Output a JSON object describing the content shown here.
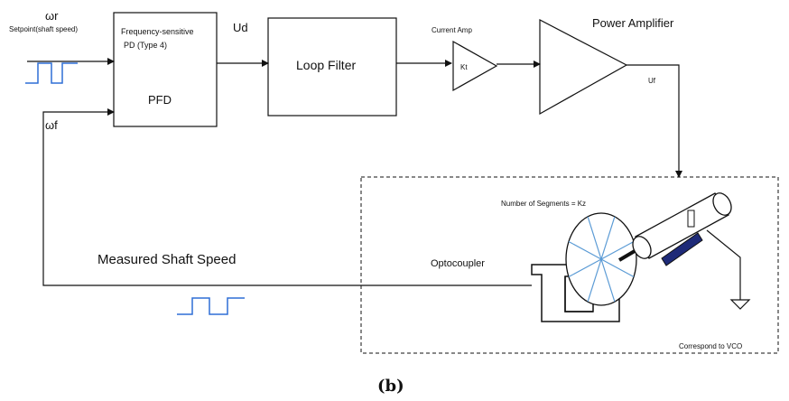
{
  "labels": {
    "wr": "ωr",
    "setpoint": "Setpoint(shaft speed)",
    "pd_title": "Frequency-sensitive",
    "pd_sub": "PD    (Type 4)",
    "pfd": "PFD",
    "ud": "Ud",
    "loop_filter": "Loop Filter",
    "current_amp": "Current Amp",
    "kt": "Kt",
    "power_amp": "Power Amplifier",
    "uf": "Uf",
    "wf": "ωf",
    "segments": "Number of Segments = Kz",
    "optocoupler": "Optocoupler",
    "measured": "Measured Shaft Speed",
    "vco": "Correspond to VCO",
    "caption": "(b)"
  },
  "colors": {
    "line": "#111111",
    "pulse": "#2f6fd6",
    "wheel_spokes": "#5b9bd5",
    "motor_brush": "#1e2a78"
  }
}
